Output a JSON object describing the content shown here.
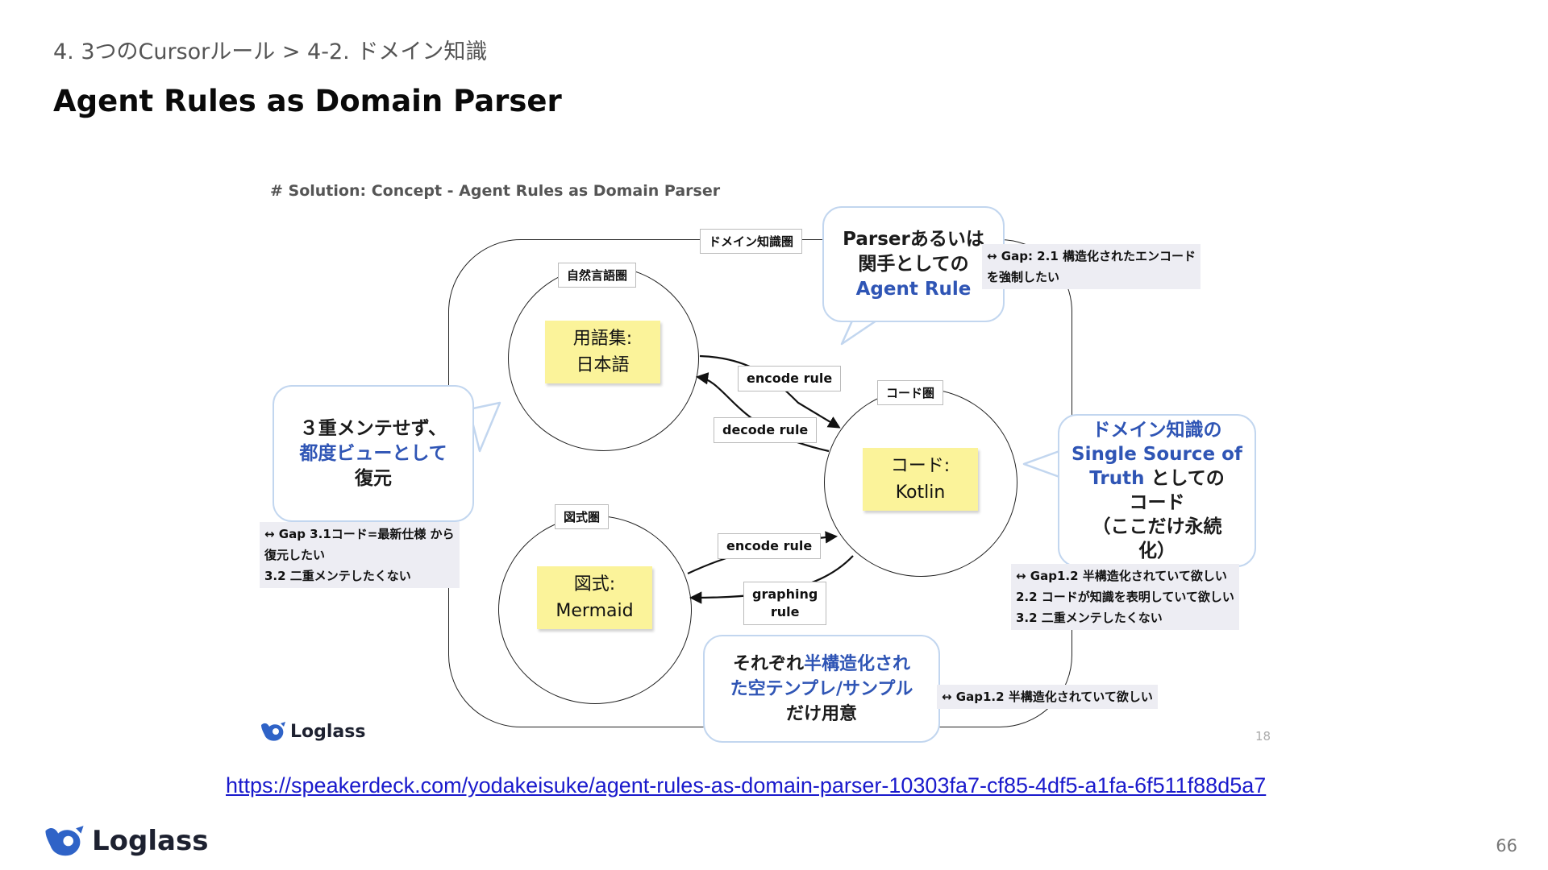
{
  "header": {
    "breadcrumb": "4. 3つのCursorルール > 4-2. ドメイン知識",
    "title": "Agent Rules as Domain Parser"
  },
  "slide": {
    "heading": "# Solution: Concept - Agent Rules as Domain Parser",
    "domain_label": "ドメイン知識圏",
    "nl_sphere_label": "自然言語圏",
    "code_sphere_label": "コード圏",
    "diagram_sphere_label": "図式圏",
    "glossary_line1": "用語集:",
    "glossary_line2": "日本語",
    "code_line1": "コード:",
    "code_line2": "Kotlin",
    "diagram_line1": "図式:",
    "diagram_line2": "Mermaid",
    "rule_encode_1": "encode rule",
    "rule_decode": "decode rule",
    "rule_encode_2": "encode rule",
    "rule_graphing_1": "graphing",
    "rule_graphing_2": "rule",
    "bubble_parser_1": "Parserあるいは",
    "bubble_parser_2": "関手としての",
    "bubble_parser_3": "Agent Rule",
    "bubble_restore_1": "３重メンテせず、",
    "bubble_restore_2": "都度ビューとして",
    "bubble_restore_3": "復元",
    "bubble_ssot_1": "ドメイン知識の",
    "bubble_ssot_2": "Single Source of",
    "bubble_ssot_3a": "Truth",
    "bubble_ssot_3b": " としての",
    "bubble_ssot_4": "コード",
    "bubble_ssot_5": "（ここだけ永続",
    "bubble_ssot_6": "化）",
    "bubble_template_1a": "それぞれ",
    "bubble_template_1b": "半構造化され",
    "bubble_template_2": "た空テンプレ/サンプル",
    "bubble_template_3": "だけ用意",
    "gap_parser_1": "↔ Gap: 2.1 構造化されたエンコード",
    "gap_parser_2": "を強制したい",
    "gap_restore_1": "↔ Gap 3.1コード=最新仕様 から",
    "gap_restore_2": "復元したい",
    "gap_restore_3": "3.2 二重メンテしたくない",
    "gap_ssot_1": "↔ Gap1.2 半構造化されていて欲しい",
    "gap_ssot_2": "2.2 コードが知識を表明していて欲しい",
    "gap_ssot_3": "3.2 二重メンテしたくない",
    "gap_template_1": "↔ Gap1.2 半構造化されていて欲しい",
    "logo": "Loglass",
    "slide_number": "18"
  },
  "url": "https://speakerdeck.com/yodakeisuke/agent-rules-as-domain-parser-10303fa7-cf85-4df5-a1fa-6f511f88d5a7",
  "footer": {
    "logo": "Loglass",
    "page_number": "66"
  },
  "colors": {
    "accent_blue": "#2f55b5",
    "bubble_border": "#c2d6ef",
    "sticky_yellow": "#fbf39a",
    "gap_background": "#ededf3",
    "logo_blue": "#2f63c7"
  }
}
